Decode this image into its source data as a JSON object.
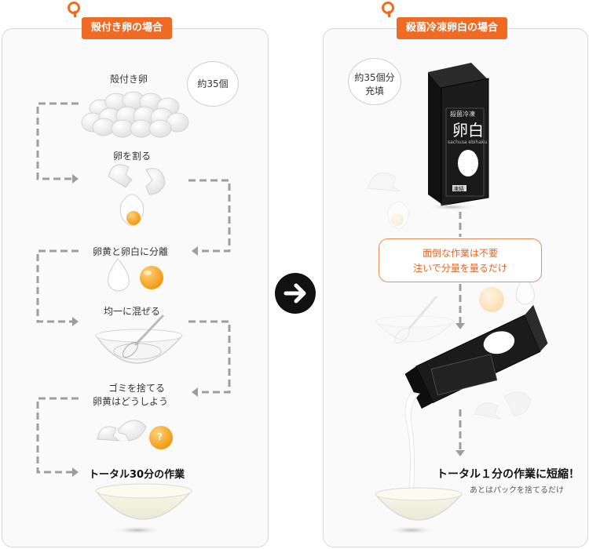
{
  "left": {
    "tab": "殻付き卵の場合",
    "bubble": "約35個",
    "steps": {
      "eggs": "殻付き卵",
      "crack": "卵を割る",
      "separate": "卵黄と卵白に分離",
      "mix": "均一に混ぜる",
      "trash_1": "ゴミを捨てる",
      "trash_2": "卵黄はどうしよう",
      "total": "トータル30分の作業"
    }
  },
  "right": {
    "tab": "殺菌冷凍卵白の場合",
    "bubble_1": "約35個分",
    "bubble_2": "充填",
    "callout_1": "面倒な作業は不要",
    "callout_2": "注いで分量を量るだけ",
    "total": "トータル１分の作業に短縮！",
    "note": "あとはパックを捨てるだけ",
    "carton": {
      "label_top": "殺菌冷凍",
      "label_main": "卵白",
      "label_sub": "sachusa ebihaku",
      "badge": "凍結"
    }
  },
  "colors": {
    "accent": "#ef6a23",
    "yolk": "#f5a316",
    "dash": "#9e9e9e"
  },
  "icons": {
    "arrow": "right-arrow-icon",
    "question": "question-icon"
  }
}
